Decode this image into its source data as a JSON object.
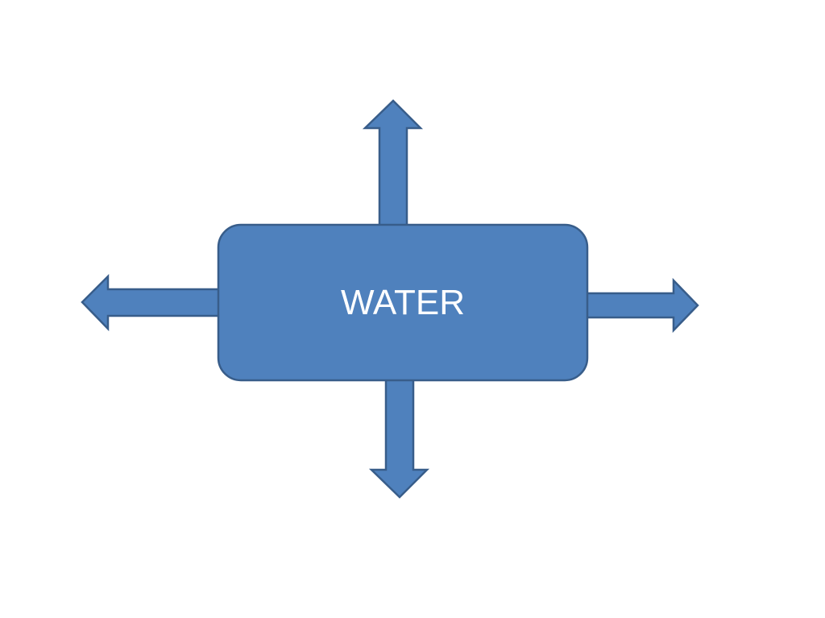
{
  "diagram": {
    "center_label": "WATER",
    "colors": {
      "fill": "#4f81bd",
      "stroke": "#385d8a",
      "text": "#ffffff"
    },
    "arrows": [
      "up",
      "down",
      "left",
      "right"
    ]
  }
}
